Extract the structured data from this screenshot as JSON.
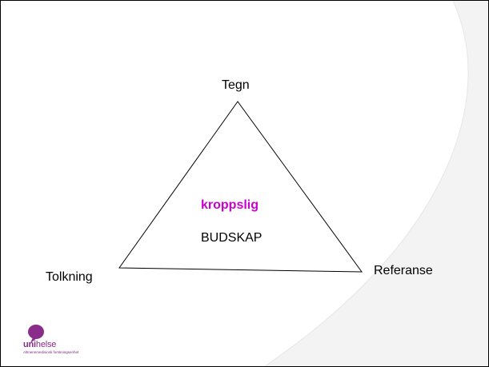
{
  "diagram": {
    "vertices": {
      "top": "Tegn",
      "left": "Tolkning",
      "right": "Referanse"
    },
    "center": {
      "highlight": "kroppslig",
      "text": "BUDSKAP"
    }
  },
  "logo": {
    "name_part1": "uni",
    "name_part2": "helse",
    "tagline": "Allmennmedisinsk forskningsenhet"
  },
  "colors": {
    "highlight": "#cc00cc",
    "logo_purple": "#8a2c8a",
    "line": "#000000",
    "background_curve": "#f2f2f2"
  }
}
